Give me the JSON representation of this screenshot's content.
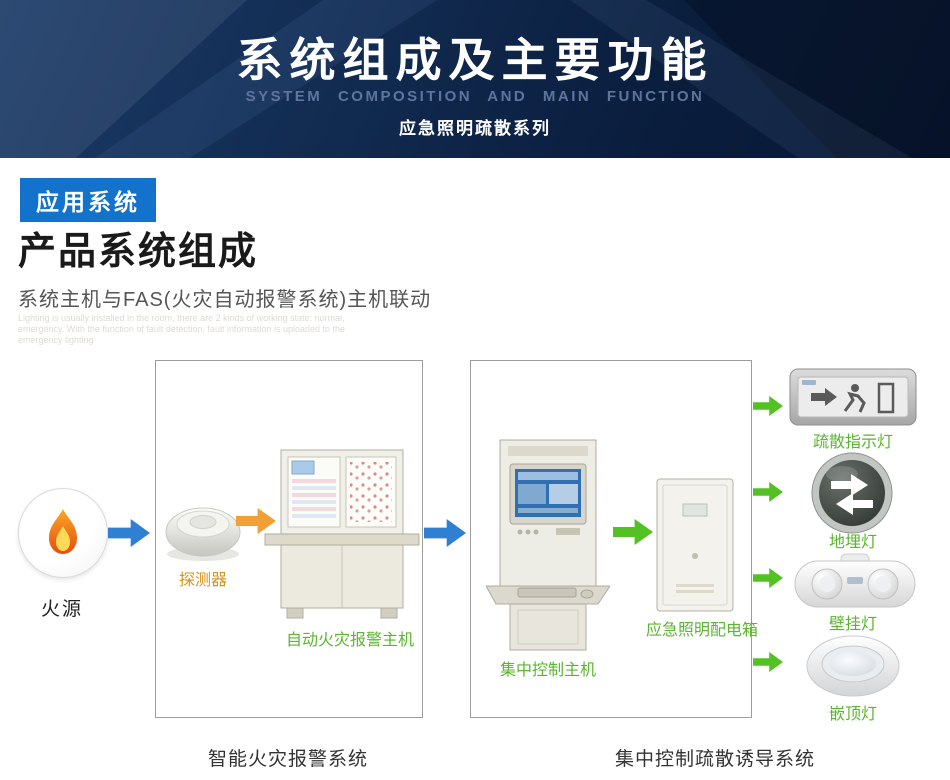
{
  "header": {
    "title": "系统组成及主要功能",
    "subtitle": "SYSTEM  COMPOSITION  AND  MAIN  FUNCTION",
    "series": "应急照明疏散系列"
  },
  "intro": {
    "badge": "应用系统",
    "heading": "产品系统组成",
    "subheading": "系统主机与FAS(火灾自动报警系统)主机联动",
    "note_line1": "Lighting is usually installed in the room, there are 2 kinds of working state: normal,",
    "note_line2": "emergency. With the function of fault detection, fault information is uploaded to the",
    "note_line3": "emergency lighting"
  },
  "diagram": {
    "fire_label": "火源",
    "detector_label": "探测器",
    "alarm_host_label": "自动火灾报警主机",
    "alarm_system_caption": "智能火灾报警系统",
    "control_host_label": "集中控制主机",
    "distribution_box_label": "应急照明配电箱",
    "control_system_caption": "集中控制疏散诱导系统",
    "outputs": [
      {
        "label": "疏散指示灯",
        "icon": "exit-sign-icon"
      },
      {
        "label": "地埋灯",
        "icon": "ground-light-icon"
      },
      {
        "label": "壁挂灯",
        "icon": "wall-lamp-icon"
      },
      {
        "label": "嵌顶灯",
        "icon": "ceiling-light-icon"
      }
    ]
  },
  "colors": {
    "banner_dark": "#0a1d3d",
    "banner_mid": "#14345f",
    "badge_blue": "#1372cc",
    "arrow_blue": "#2f80d3",
    "arrow_orange": "#f0a036",
    "arrow_green": "#53c024",
    "label_orange": "#d6921c",
    "label_green": "#5cb531",
    "caption_dark": "#333333"
  }
}
